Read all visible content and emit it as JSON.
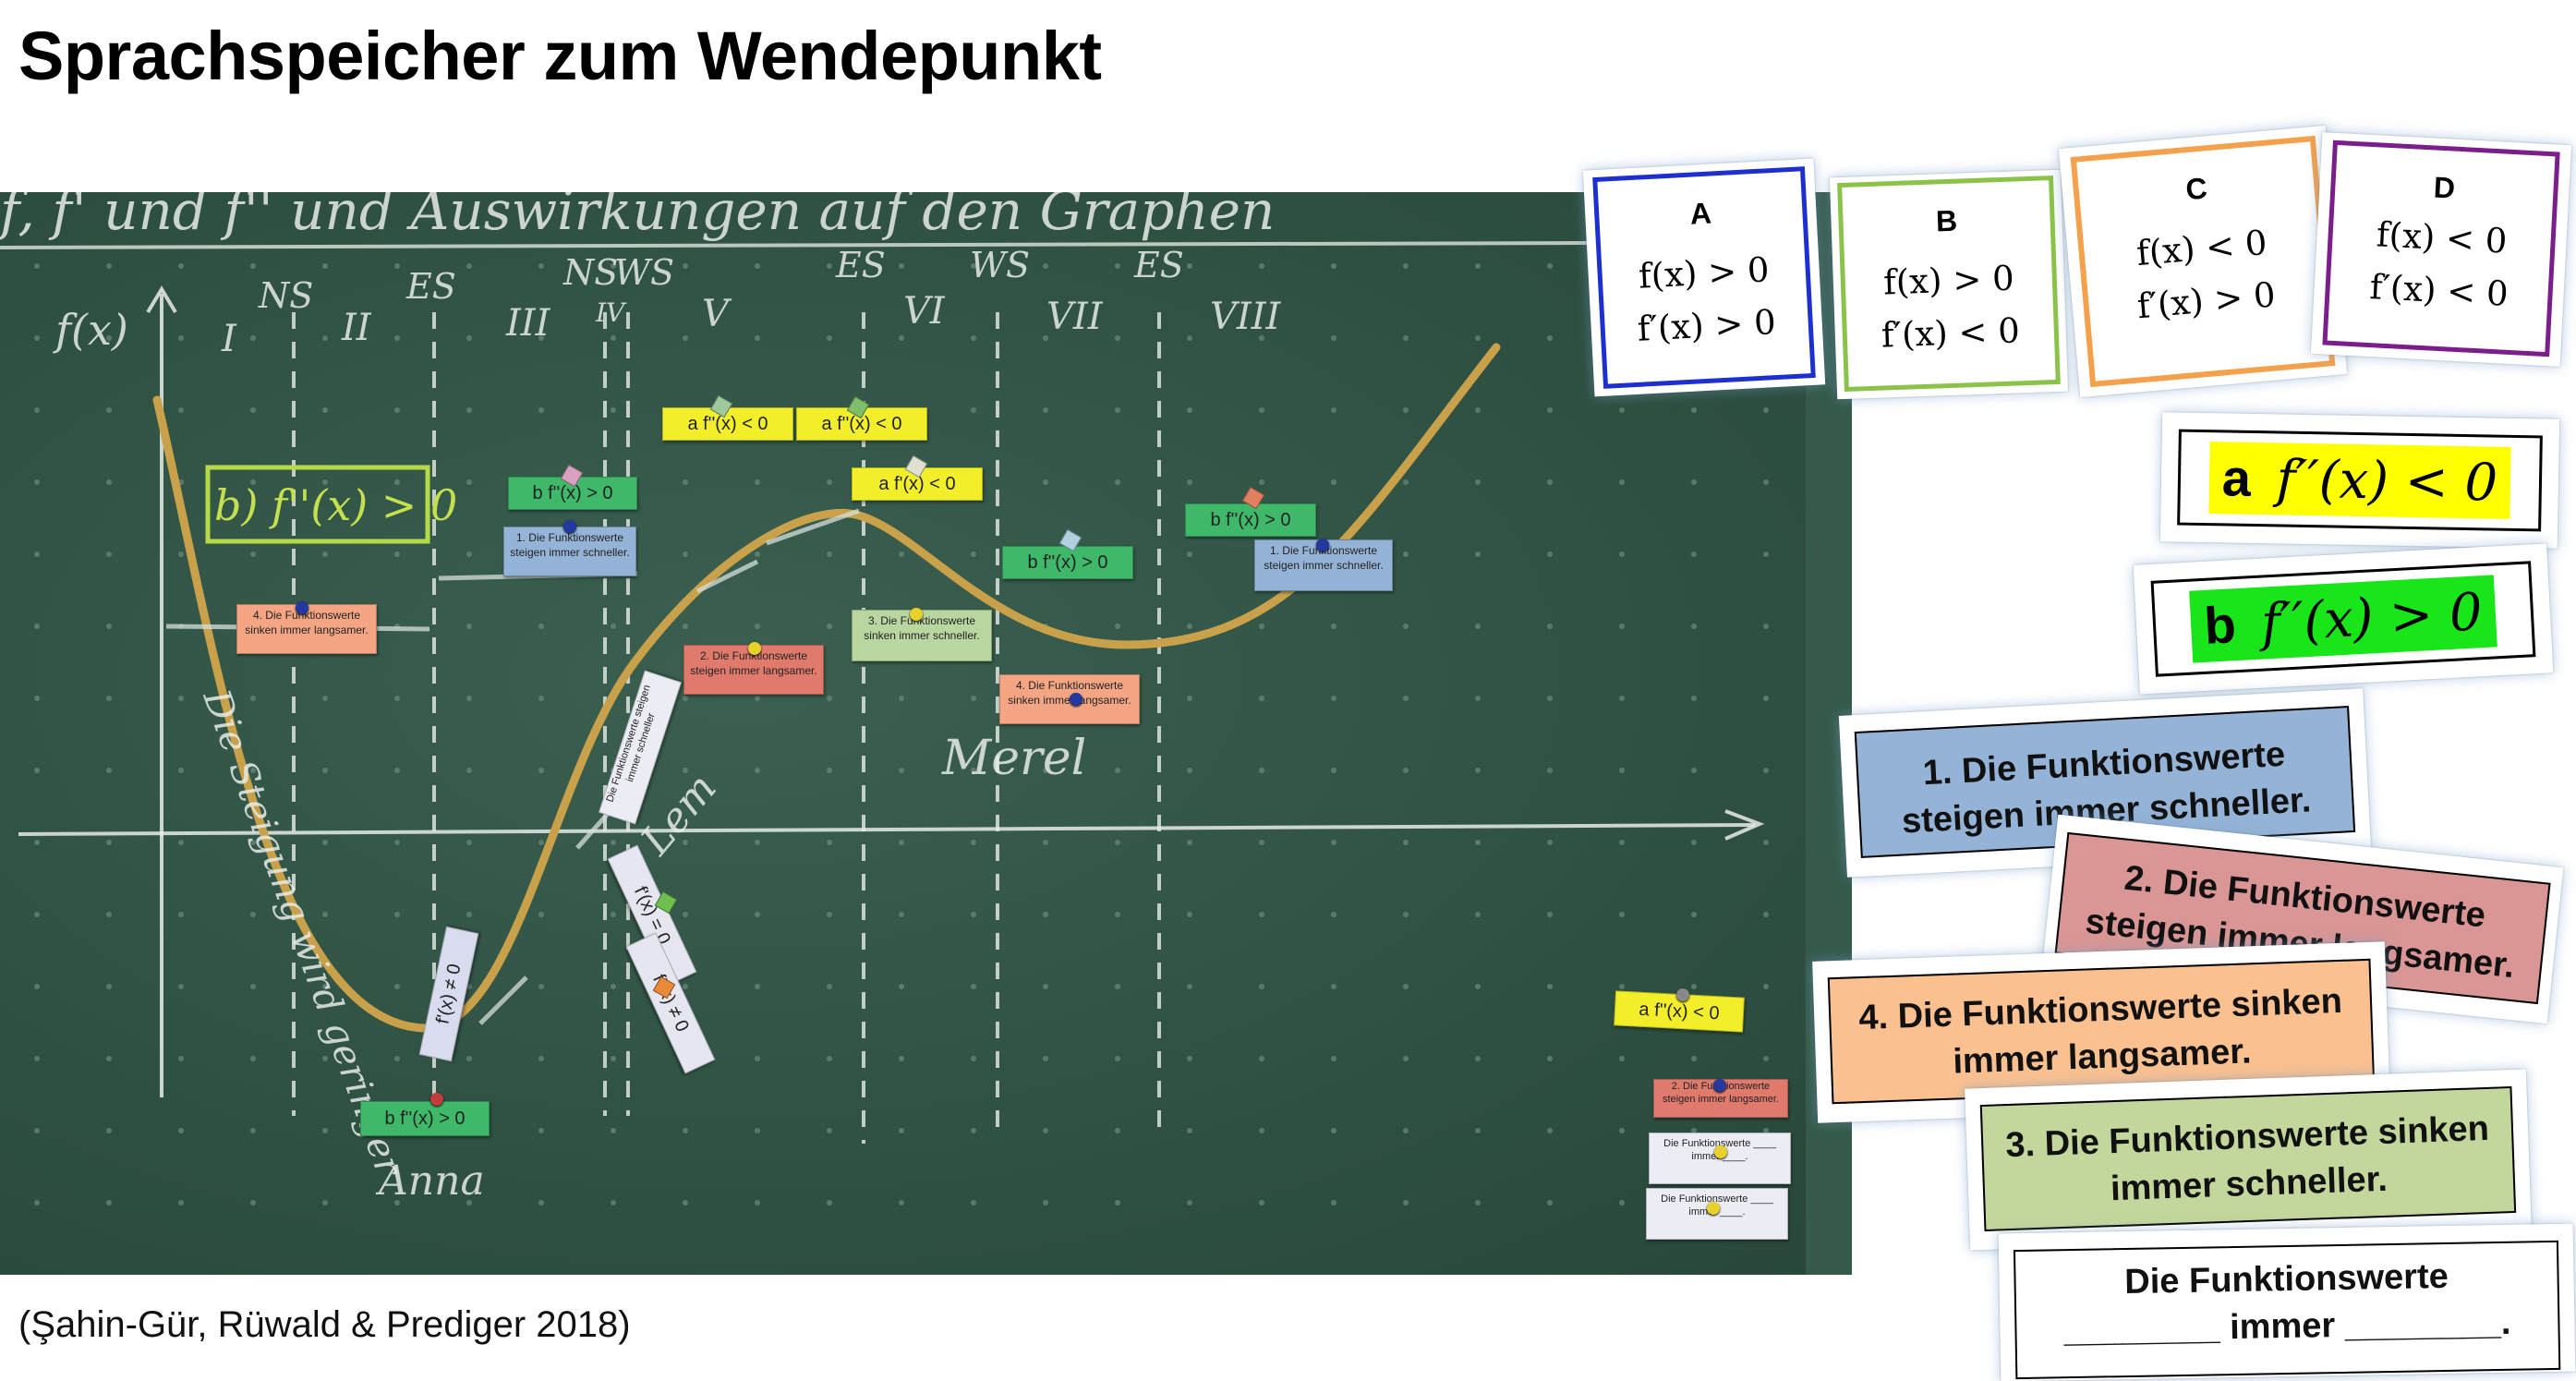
{
  "title": "Sprachspeicher zum Wendepunkt",
  "citation": "(Şahin-Gür, Rüwald & Prediger 2018)",
  "board": {
    "heading_chalk": "f, f' und f'' und Auswirkungen auf den Graphen",
    "axis_label": "f(x)",
    "points": [
      "NS",
      "ES",
      "NS",
      "WS",
      "ES",
      "WS",
      "ES"
    ],
    "regions": [
      "I",
      "II",
      "III",
      "IV",
      "V",
      "VI",
      "VII",
      "VIII"
    ],
    "chalk_box": "b) f''(x) > 0",
    "names": [
      "Anna",
      "Merel",
      "Lem"
    ],
    "diag_note": "Die Steigung wird geringer",
    "strips": {
      "f2_neg": "a  f''(x) < 0",
      "f2_pos": "b  f''(x) > 0",
      "f1_neg": "a  f'(x) < 0",
      "f1_zero": "f'(x) = 0",
      "f1_neq": "f'(x) ≠ 0",
      "f1_pos": "f'(x) ≠ 0"
    },
    "sheets": {
      "s1": "1. Die Funktionswerte steigen immer schneller.",
      "s2": "2. Die Funktionswerte steigen immer langsamer.",
      "s3": "3. Die Funktionswerte sinken immer schneller.",
      "s4": "4. Die Funktionswerte sinken immer langsamer.",
      "blank": "Die Funktionswerte ____ immer ____.",
      "rotated": "Die Funktionswerte steigen immer schneller"
    }
  },
  "cards": [
    {
      "letter": "A",
      "line1": "f(x) > 0",
      "line2": "f′(x) > 0",
      "color": "#1e2fd0"
    },
    {
      "letter": "B",
      "line1": "f(x) > 0",
      "line2": "f′(x) < 0",
      "color": "#8bc34a"
    },
    {
      "letter": "C",
      "line1": "f(x) < 0",
      "line2": "f′(x) > 0",
      "color": "#f5a04a"
    },
    {
      "letter": "D",
      "line1": "f(x) < 0",
      "line2": "f′(x) < 0",
      "color": "#7b1e8c"
    }
  ],
  "f2cards": [
    {
      "letter": "a",
      "expr": "f′′(x) < 0",
      "bg": "#ffff00"
    },
    {
      "letter": "b",
      "expr": "f′′(x) > 0",
      "bg": "#19e619"
    }
  ],
  "phrase_cards": [
    {
      "text": "1. Die Funktionswerte steigen immer schneller.",
      "bg": "#95b3d7"
    },
    {
      "text": "2. Die Funktionswerte steigen immer langsamer.",
      "bg": "#d99694"
    },
    {
      "text": "4. Die Funktionswerte sinken immer langsamer.",
      "bg": "#fac090"
    },
    {
      "text": "3. Die Funktionswerte sinken immer schneller.",
      "bg": "#c3d69b"
    },
    {
      "line1": "Die Funktionswerte",
      "line2": "________ immer ________.",
      "bg": "#ffffff"
    }
  ],
  "colors": {
    "board": "#2f5243",
    "graph": "#c9a14a",
    "chalk": "#e7ece6"
  }
}
